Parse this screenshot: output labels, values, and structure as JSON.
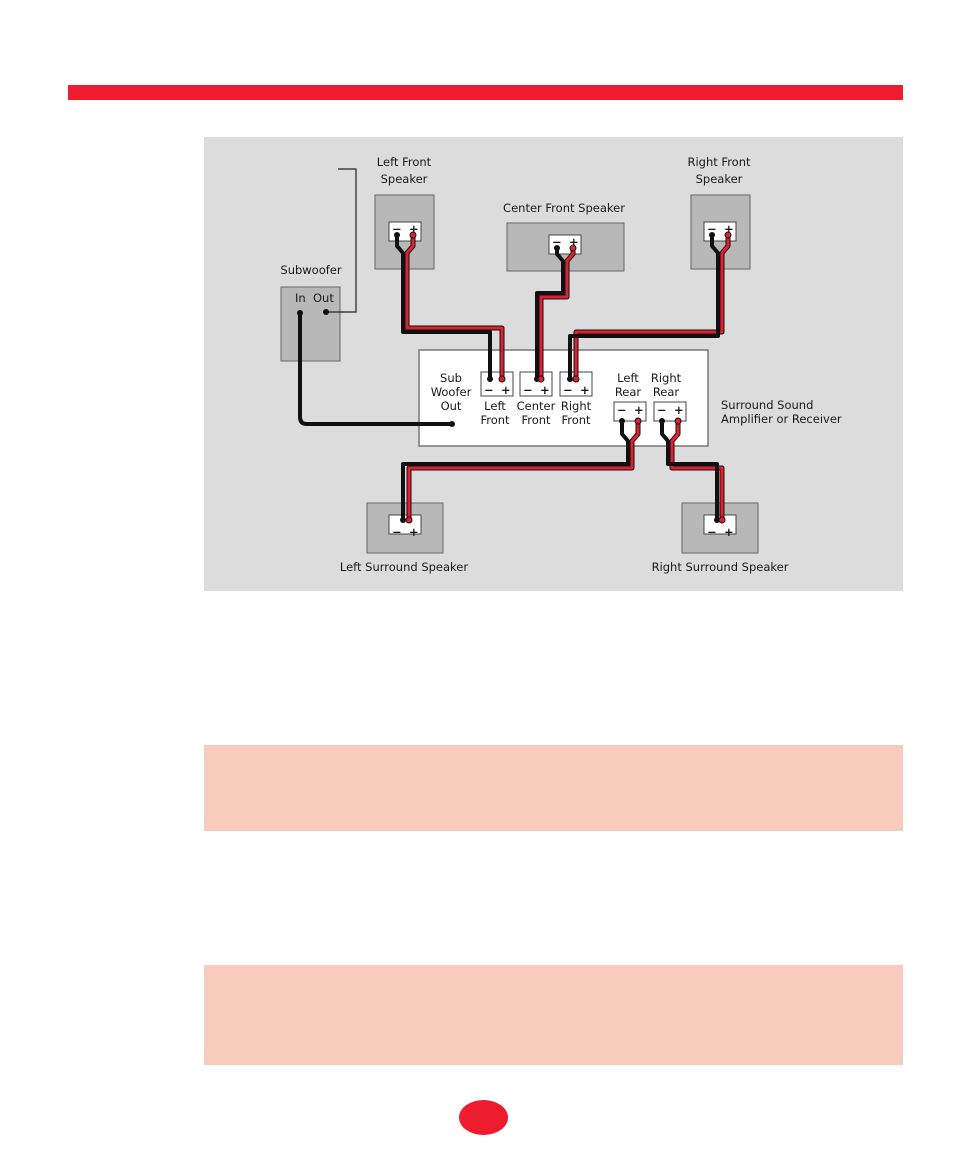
{
  "colors": {
    "accent_red": "#ed1c2e",
    "panel_gray": "#dcdcdc",
    "speaker_gray": "#b8b8b8",
    "note_pink": "#f8cbbf",
    "wire_red": "#e0202e",
    "wire_black": "#111111"
  },
  "diagram": {
    "left_front_title": [
      "Left Front",
      "Speaker"
    ],
    "right_front_title": [
      "Right Front",
      "Speaker"
    ],
    "center_front_title": "Center Front Speaker",
    "subwoofer_title": "Subwoofer",
    "sub_in": "In",
    "sub_out": "Out",
    "amp_label": [
      "Surround Sound",
      "Amplifier or Receiver"
    ],
    "sub_woofer_out": [
      "Sub",
      "Woofer",
      "Out"
    ],
    "left_front": [
      "Left",
      "Front"
    ],
    "center_front": [
      "Center",
      "Front"
    ],
    "right_front": [
      "Right",
      "Front"
    ],
    "left_rear": [
      "Left",
      "Rear"
    ],
    "right_rear": [
      "Right",
      "Rear"
    ],
    "left_surround_title": "Left Surround Speaker",
    "right_surround_title": "Right Surround Speaker",
    "minus": "−",
    "plus": "+"
  }
}
